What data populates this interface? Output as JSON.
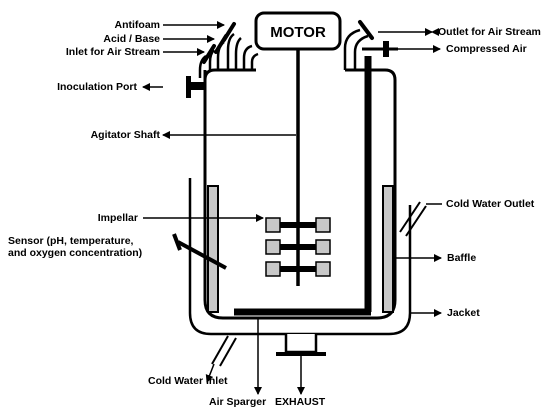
{
  "labels": {
    "antifoam": "Antifoam",
    "acid_base": "Acid / Base",
    "inlet_air": "Inlet for Air Stream",
    "inoculation": "Inoculation Port",
    "agitator": "Agitator Shaft",
    "impellar": "Impellar",
    "sensor_line1": "Sensor (pH, temperature,",
    "sensor_line2": "and oxygen concentration)",
    "motor": "MOTOR",
    "outlet_air": "Outlet for Air Stream",
    "compressed_air": "Compressed Air",
    "cold_water_outlet": "Cold Water Outlet",
    "baffle": "Baffle",
    "jacket": "Jacket",
    "cold_water_inlet": "Cold Water Inlet",
    "air_sparger": "Air Sparger",
    "exhaust": "EXHAUST"
  },
  "colors": {
    "line": "#000000",
    "fill_gray": "#c8c8c8",
    "background": "#ffffff"
  }
}
